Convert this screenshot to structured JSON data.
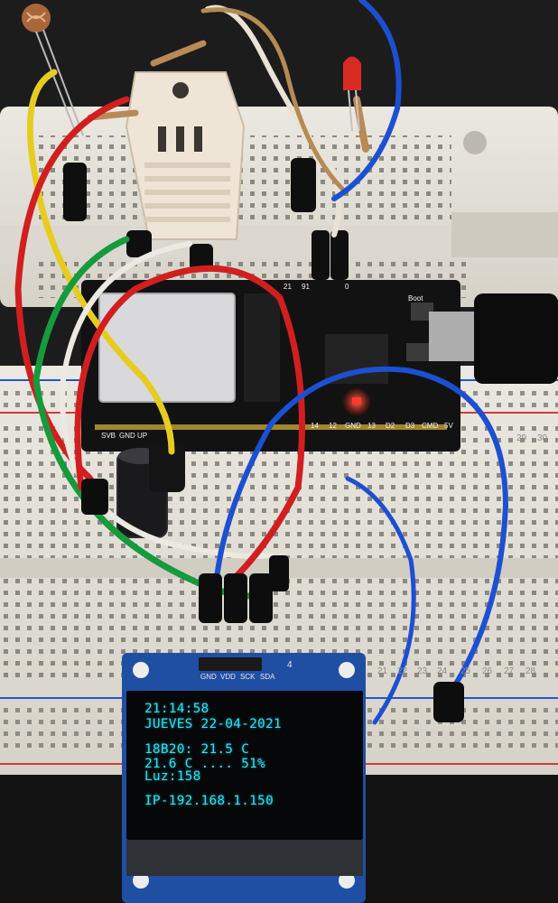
{
  "oled": {
    "time": "21:14:58",
    "date": "JUEVES 22-04-2021",
    "sensor_18b20": "18B20: 21.5 C",
    "dht_reading": "21.6 C .... 51%",
    "light": "Luz:158",
    "ip": "IP-192.168.1.150",
    "header_pins": [
      "GND",
      "VDD",
      "SCK",
      "SDA"
    ],
    "header_number": "4"
  },
  "esp32_board": {
    "bottom_pins": [
      "SVB",
      "GND",
      "UP",
      "14",
      "12",
      "GND",
      "13",
      "D2",
      "D3",
      "CMD",
      "5V"
    ],
    "boot_label": "Boot",
    "top_numbers": [
      "21",
      "91",
      "0"
    ]
  },
  "breadboard": {
    "right_column_numbers": [
      "29",
      "30"
    ],
    "bottom_row_numbers": [
      "21",
      "22",
      "23",
      "24",
      "25",
      "26",
      "27",
      "28"
    ]
  },
  "colors": {
    "oled_text": "#27e4f2",
    "oled_pcb": "#1f4fa3",
    "board_pcb": "#121212",
    "breadboard": "#e9e6de",
    "wire_red": "#d11f1f",
    "wire_blue": "#1d4fd1",
    "wire_green": "#159a3c",
    "wire_yellow": "#e6cc20",
    "led_status": "#ff3b2b"
  }
}
